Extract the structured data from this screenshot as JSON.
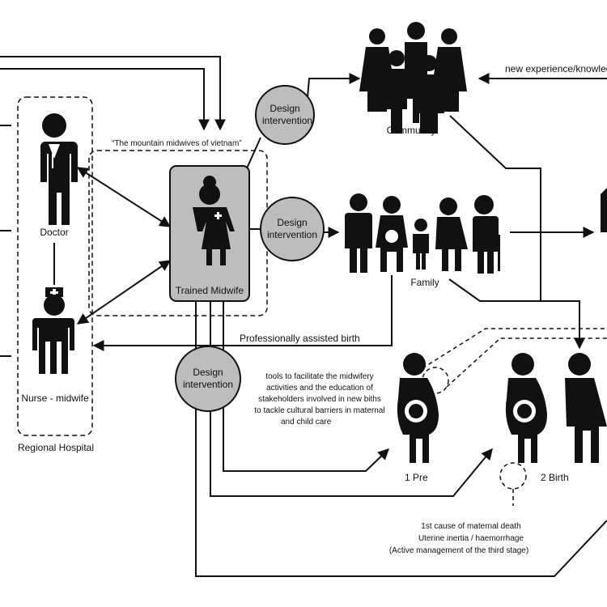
{
  "labels": {
    "new_experience": "new experience/knowled",
    "community": "Community",
    "mountain_midwives": "“The mountain midwives of vietnam”",
    "doctor": "Doctor",
    "trained_midwife": "Trained Midwife",
    "family": "Family",
    "nurse_midwife": "Nurse - midwife",
    "regional_hospital": "Regional Hospital",
    "professionally_assisted_birth": "Professionally assisted birth",
    "design_intervention_1": "Design intervention",
    "design_intervention_2": "Design intervention",
    "design_intervention_3": "Design intervention",
    "tools_line1": "tools to facilitate the midwifery",
    "tools_line2": "activities and the education of",
    "tools_line3": "stakeholders involved in new biths",
    "tools_line4": "to tackle cultural barriers in maternal",
    "tools_line5": "and child care",
    "pre": "1 Pre",
    "birth": "2 Birth",
    "cause_line1": "1st cause of maternal death",
    "cause_line2": "Uterine inertia / haemorrhage",
    "cause_line3": "(Active management of the third stage)"
  },
  "colors": {
    "ink": "#111111",
    "circle_fill": "#bdbdbd",
    "midwife_box_fill": "#bdbdbd",
    "background": "#ffffff"
  },
  "icons": [
    "community-icon",
    "doctor-icon",
    "trained-midwife-icon",
    "family-icon",
    "nurse-icon",
    "pregnant-woman-icon",
    "mother-icon",
    "house-icon"
  ]
}
